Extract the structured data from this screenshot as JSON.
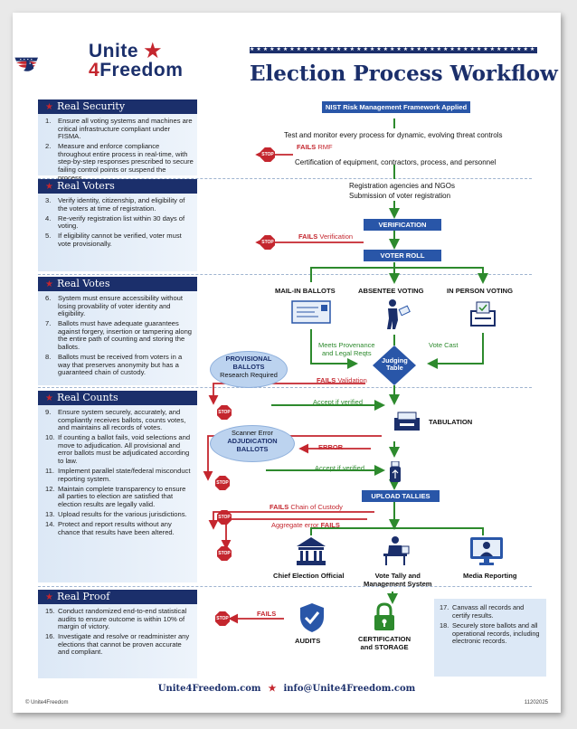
{
  "brand": {
    "line1": "Unite",
    "line2_num": "4",
    "line2": "Freedom"
  },
  "title": "Election Process Workflow",
  "sections": [
    {
      "heading": "Real Security",
      "items": [
        {
          "n": "1.",
          "text": "Ensure all voting systems and machines are critical infrastructure compliant under FISMA."
        },
        {
          "n": "2.",
          "text": "Measure and enforce compliance throughout entire process in real-time, with step-by-step responses prescribed to secure failing control points or suspend the process."
        }
      ]
    },
    {
      "heading": "Real Voters",
      "items": [
        {
          "n": "3.",
          "text": "Verify identity, citizenship, and eligibility of the voters at time of registration."
        },
        {
          "n": "4.",
          "text": "Re-verify registration list within 30 days of voting."
        },
        {
          "n": "5.",
          "text": "If eligibility cannot be verified, voter must vote provisionally."
        }
      ]
    },
    {
      "heading": "Real Votes",
      "items": [
        {
          "n": "6.",
          "text": "System must ensure accessibility without losing provability of voter identity and eligibility."
        },
        {
          "n": "7.",
          "text": "Ballots must have adequate guarantees against forgery, insertion or tampering along the entire path of counting and storing the ballots."
        },
        {
          "n": "8.",
          "text": "Ballots must be received from voters in a way that preserves anonymity but has a guaranteed chain of custody."
        }
      ]
    },
    {
      "heading": "Real Counts",
      "items": [
        {
          "n": "9.",
          "text": "Ensure system securely, accurately, and compliantly receives ballots, counts votes, and maintains all records of votes."
        },
        {
          "n": "10.",
          "text": "If counting a ballot fails, void selections and move to adjudication. All provisional and error ballots must be adjudicated according to law."
        },
        {
          "n": "11.",
          "text": "Implement parallel state/federal misconduct reporting system."
        },
        {
          "n": "12.",
          "text": "Maintain complete transparency to ensure all parties to election are satisfied that election results are legally valid."
        },
        {
          "n": "13.",
          "text": "Upload results for the various jurisdictions."
        },
        {
          "n": "14.",
          "text": "Protect and report results without any chance that results have been altered."
        }
      ]
    },
    {
      "heading": "Real Proof",
      "items": [
        {
          "n": "15.",
          "text": "Conduct randomized end-to-end statistical audits to ensure outcome is within 10% of margin of victory."
        },
        {
          "n": "16.",
          "text": "Investigate and resolve or readminister any elections that cannot be proven accurate and compliant."
        }
      ]
    }
  ],
  "right_items": [
    {
      "n": "17.",
      "text": "Canvass all records and certify results."
    },
    {
      "n": "18.",
      "text": "Securely store ballots and all operational records, including electronic records."
    }
  ],
  "flow": {
    "nist": "NIST Risk Management Framework Applied",
    "test": "Test and monitor every process for dynamic, evolving threat controls",
    "fails_rmf": {
      "fails": "FAILS",
      "rest": "RMF"
    },
    "cert": "Certification of equipment, contractors, process, and personnel",
    "reg1": "Registration agencies and NGOs",
    "reg2": "Submission of voter registration",
    "verification": "VERIFICATION",
    "fails_ver": {
      "fails": "FAILS",
      "rest": "Verification"
    },
    "voter_roll": "VOTER ROLL",
    "mail": "MAIL-IN BALLOTS",
    "absentee": "ABSENTEE VOTING",
    "inperson": "IN PERSON VOTING",
    "provenance1": "Meets Provenance",
    "provenance2": "and Legal Reqts",
    "vote_cast": "Vote Cast",
    "judging1": "Judging",
    "judging2": "Table",
    "prov1": "PROVISIONAL",
    "prov2": "BALLOTS",
    "prov3": "Research Required",
    "fails_val": {
      "fails": "FAILS",
      "rest": "Validation"
    },
    "accept1": "Accept if verified",
    "tabulation": "TABULATION",
    "scan1": "Scanner Error",
    "scan2": "ADJUDICATION",
    "scan3": "BALLOTS",
    "error": "ERROR",
    "accept2": "Accept if verified",
    "upload": "UPLOAD TALLIES",
    "fails_coc": {
      "fails": "FAILS",
      "rest": "Chain of Custody"
    },
    "agg": {
      "rest": "Aggregate error",
      "fails": "FAILS"
    },
    "chief": "Chief Election Official",
    "tally1": "Vote Tally and",
    "tally2": "Management System",
    "media": "Media Reporting",
    "fails_audit": "FAILS",
    "audits": "AUDITS",
    "cert1": "CERTIFICATION",
    "cert2": "and STORAGE",
    "stop": "STOP"
  },
  "footer": {
    "site": "Unite4Freedom.com",
    "email": "info@Unite4Freedom.com",
    "copyright": "© Unite4Freedom",
    "code": "11202025"
  },
  "colors": {
    "navy": "#1b2f6b",
    "red": "#c4262e",
    "blue": "#2956a8",
    "green": "#2d8a2d"
  }
}
